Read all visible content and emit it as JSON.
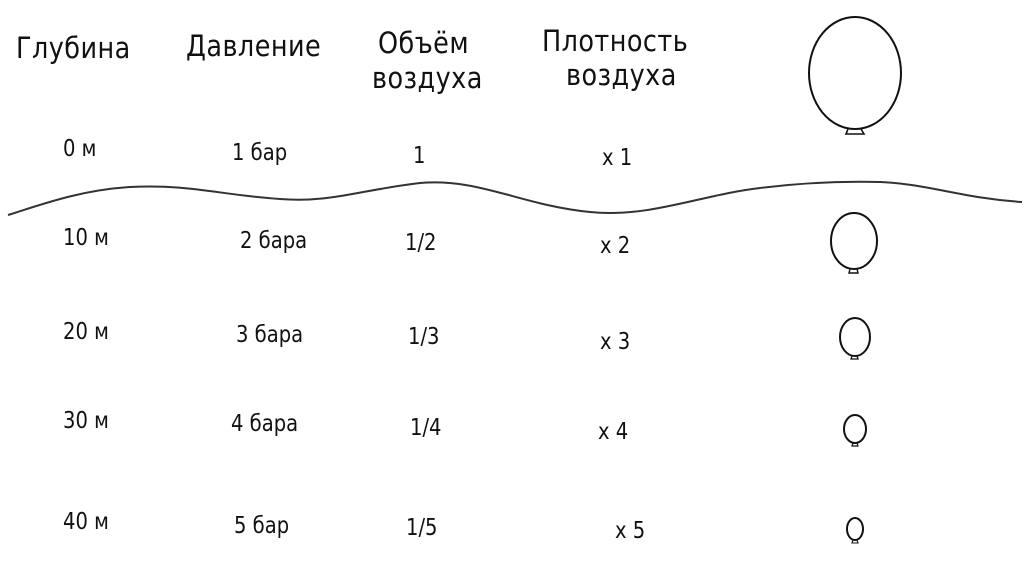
{
  "headers": {
    "depth": "Глубина",
    "pressure": "Давление",
    "volume_line1": "Объём",
    "volume_line2": "воздуха",
    "density_line1": "Плотность",
    "density_line2": "воздуха"
  },
  "rows": [
    {
      "depth": "0 м",
      "pressure": "1 бар",
      "volume": "1",
      "density": "x 1"
    },
    {
      "depth": "10 м",
      "pressure": "2 бара",
      "volume": "1/2",
      "density": "x 2"
    },
    {
      "depth": "20 м",
      "pressure": "3 бара",
      "volume": "1/3",
      "density": "x 3"
    },
    {
      "depth": "30 м",
      "pressure": "4 бара",
      "volume": "1/4",
      "density": "x 4"
    },
    {
      "depth": "40 м",
      "pressure": "5 бар",
      "volume": "1/5",
      "density": "x 5"
    }
  ],
  "colors": {
    "ink": "#111111",
    "line": "#333333",
    "background": "#ffffff"
  }
}
